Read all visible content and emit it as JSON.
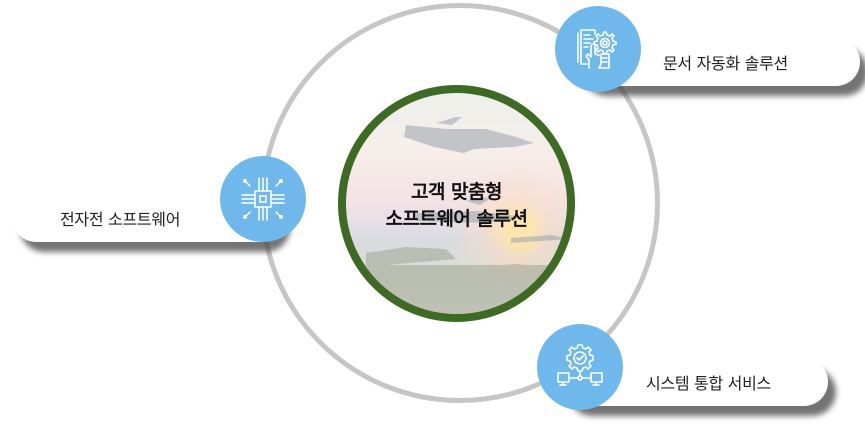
{
  "center": {
    "title_line1": "고객 맞춤형",
    "title_line2": "소프트웨어 솔루션",
    "background_image": "military-aircraft-tanks-sunset",
    "border_color": "#3e6b24"
  },
  "ring_color": "#c6c6c6",
  "accent_color": "#6fb8ec",
  "items": [
    {
      "label": "문서 자동화 솔루션",
      "icon": "document-gear-hand-icon"
    },
    {
      "label": "전자전 소프트웨어",
      "icon": "circuit-chip-icon"
    },
    {
      "label": "시스템 통합 서비스",
      "icon": "gear-network-computers-icon"
    }
  ]
}
